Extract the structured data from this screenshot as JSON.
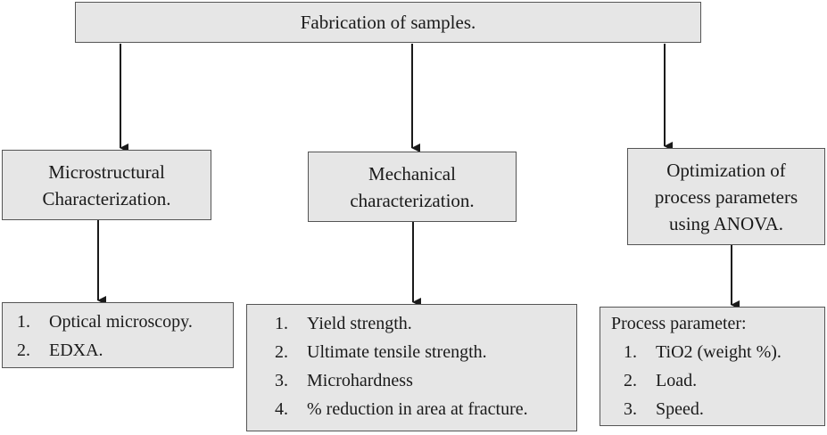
{
  "top": {
    "title": "Fabrication of samples."
  },
  "micro": {
    "title_lines": [
      "Microstructural",
      "Characterization."
    ],
    "items": [
      {
        "num": "1.",
        "text": "Optical microscopy."
      },
      {
        "num": "2.",
        "text": "EDXA."
      }
    ]
  },
  "mech": {
    "title_lines": [
      "Mechanical",
      "characterization."
    ],
    "items": [
      {
        "num": "1.",
        "text": "Yield strength."
      },
      {
        "num": "2.",
        "text": "Ultimate tensile strength."
      },
      {
        "num": "3.",
        "text": "Microhardness"
      },
      {
        "num": "4.",
        "text": "% reduction in area at fracture."
      }
    ]
  },
  "opt": {
    "title_lines": [
      "Optimization of",
      "process parameters",
      "using ANOVA."
    ],
    "heading": "Process parameter:",
    "items": [
      {
        "num": "1.",
        "text": "TiO2 (weight %)."
      },
      {
        "num": "2.",
        "text": "Load."
      },
      {
        "num": "3.",
        "text": "Speed."
      }
    ]
  }
}
